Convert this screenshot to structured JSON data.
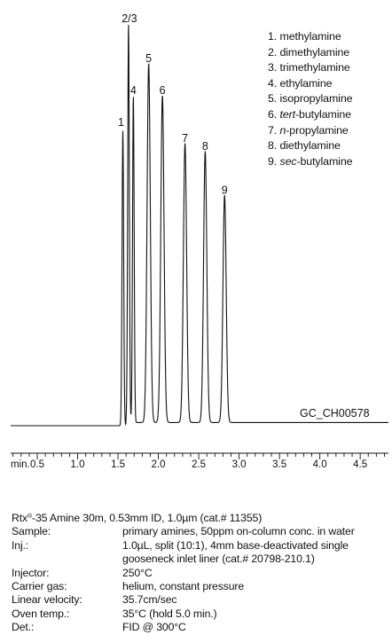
{
  "chart_data": {
    "type": "line",
    "xlabel": "min.",
    "xlim": [
      0.17,
      4.85
    ],
    "x_ticks": [
      "0.5",
      "1.0",
      "1.5",
      "2.0",
      "2.5",
      "3.0",
      "3.5",
      "4.0",
      "4.5"
    ],
    "peaks": [
      {
        "label": "1",
        "rt": 1.56,
        "height": 0.74
      },
      {
        "label": "2/3",
        "rt": 1.63,
        "height": 1.0
      },
      {
        "label": "4",
        "rt": 1.69,
        "height": 0.82
      },
      {
        "label": "5",
        "rt": 1.88,
        "height": 0.9
      },
      {
        "label": "6",
        "rt": 2.05,
        "height": 0.82
      },
      {
        "label": "7",
        "rt": 2.33,
        "height": 0.7
      },
      {
        "label": "8",
        "rt": 2.58,
        "height": 0.68
      },
      {
        "label": "9",
        "rt": 2.82,
        "height": 0.57
      }
    ],
    "legend": [
      {
        "num": "1.",
        "name": "methylamine"
      },
      {
        "num": "2.",
        "name": "dimethylamine"
      },
      {
        "num": "3.",
        "name": "trimethylamine"
      },
      {
        "num": "4.",
        "name": "ethylamine"
      },
      {
        "num": "5.",
        "name": "isopropylamine"
      },
      {
        "num": "6.",
        "prefix": "tert",
        "name": "-butylamine"
      },
      {
        "num": "7.",
        "prefix": "n",
        "name": "-propylamine"
      },
      {
        "num": "8.",
        "name": "diethylamine"
      },
      {
        "num": "9.",
        "prefix": "sec",
        "name": "-butylamine"
      }
    ]
  },
  "watermark": "GC_CH00578",
  "conditions": {
    "column_prefix": "Rtx",
    "column_mark": "®",
    "column_rest": "-35 Amine 30m, 0.53mm ID, 1.0µm (cat.# 11355)",
    "rows": [
      {
        "key": "Sample:",
        "value": "primary amines, 50ppm on-column conc. in water"
      },
      {
        "key": "Inj.:",
        "value": "1.0µL, split (10:1), 4mm base-deactivated single"
      },
      {
        "key": "",
        "value": "gooseneck inlet liner (cat.# 20798-210.1)"
      },
      {
        "key": "Injector:",
        "value": "250°C"
      },
      {
        "key": "Carrier gas:",
        "value": "helium, constant pressure"
      },
      {
        "key": "Linear velocity:",
        "value": "35.7cm/sec"
      },
      {
        "key": "Oven temp.:",
        "value": "35°C (hold 5.0 min.)"
      },
      {
        "key": "Det.:",
        "value": "FID @ 300°C"
      }
    ]
  },
  "colors": {
    "trace": "#111111",
    "text": "#111111"
  }
}
